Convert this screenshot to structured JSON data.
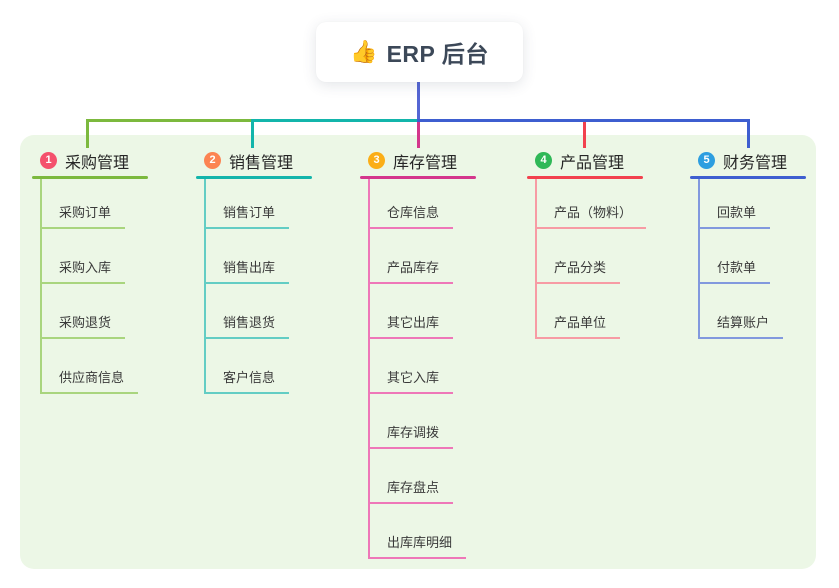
{
  "root": {
    "title": "ERP 后台",
    "icon": "👍",
    "icon_name": "thumbs-up-icon"
  },
  "colors": {
    "canvas_bg": "#ffffff",
    "panel_bg": "#ecf7e6",
    "root_line": "#5566d4",
    "root_text": "#3c4858"
  },
  "branches": [
    {
      "number": "1",
      "label": "采购管理",
      "badge_color": "#f4516c",
      "line_color": "#7cb93e",
      "child_line_color": "#a9d57e",
      "children": [
        "采购订单",
        "采购入库",
        "采购退货",
        "供应商信息"
      ]
    },
    {
      "number": "2",
      "label": "销售管理",
      "badge_color": "#fc8452",
      "line_color": "#13b5ab",
      "child_line_color": "#63cdc4",
      "children": [
        "销售订单",
        "销售出库",
        "销售退货",
        "客户信息"
      ]
    },
    {
      "number": "3",
      "label": "库存管理",
      "badge_color": "#fbae17",
      "line_color": "#d4368c",
      "child_line_color": "#ee77b8",
      "children": [
        "仓库信息",
        "产品库存",
        "其它出库",
        "其它入库",
        "库存调拨",
        "库存盘点",
        "出库库明细"
      ]
    },
    {
      "number": "4",
      "label": "产品管理",
      "badge_color": "#2fb857",
      "line_color": "#f2414e",
      "child_line_color": "#f79ba4",
      "children": [
        "产品（物料）",
        "产品分类",
        "产品单位"
      ]
    },
    {
      "number": "5",
      "label": "财务管理",
      "badge_color": "#2d9ee0",
      "line_color": "#3e5ed0",
      "child_line_color": "#8299de",
      "children": [
        "回款单",
        "付款单",
        "结算账户"
      ]
    }
  ]
}
